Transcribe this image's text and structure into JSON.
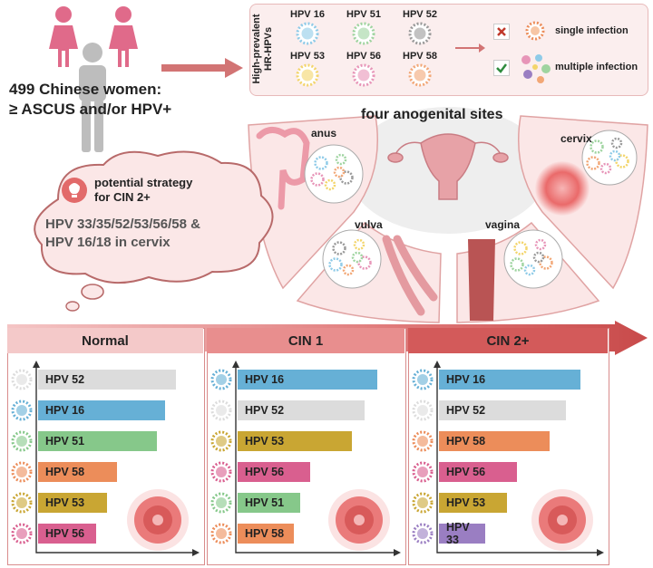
{
  "intro": {
    "line1": "499 Chinese women:",
    "line2": "≥ ASCUS and/or HPV+"
  },
  "hpv_panel": {
    "vertical_label_1": "High-prevalent",
    "vertical_label_2": "HR-HPVs",
    "types": [
      {
        "name": "HPV 16",
        "color": "#8fcbe8"
      },
      {
        "name": "HPV 51",
        "color": "#9fd4a0"
      },
      {
        "name": "HPV 52",
        "color": "#9a9a9a"
      },
      {
        "name": "HPV 53",
        "color": "#f3d56b"
      },
      {
        "name": "HPV 56",
        "color": "#e795b8"
      },
      {
        "name": "HPV 58",
        "color": "#f2a776"
      }
    ],
    "single_infection": "single infection",
    "multiple_infection": "multiple infection"
  },
  "sites": {
    "title": "four anogenital sites",
    "anus": "anus",
    "cervix": "cervix",
    "vulva": "vulva",
    "vagina": "vagina"
  },
  "strategy": {
    "line1": "potential strategy",
    "line2": "for CIN 2+",
    "line3": "HPV 33/35/52/53/56/58 &",
    "line4": "HPV 16/18 in cervix"
  },
  "colors": {
    "HPV 16": "#66b0d6",
    "HPV 51": "#86c88a",
    "HPV 52": "#dcdcdc",
    "HPV 53": "#c9a633",
    "HPV 56": "#d95f8f",
    "HPV 58": "#ec8d5a",
    "HPV 33": "#9a7ec2"
  },
  "chart_data": [
    {
      "type": "bar",
      "title": "Normal",
      "categories": [
        "HPV 52",
        "HPV 16",
        "HPV 51",
        "HPV 58",
        "HPV 53",
        "HPV 56"
      ],
      "values": [
        100,
        92,
        86,
        57,
        50,
        42
      ]
    },
    {
      "type": "bar",
      "title": "CIN 1",
      "categories": [
        "HPV 16",
        "HPV 52",
        "HPV 53",
        "HPV 56",
        "HPV 51",
        "HPV 58"
      ],
      "values": [
        100,
        91,
        82,
        52,
        45,
        40
      ]
    },
    {
      "type": "bar",
      "title": "CIN 2+",
      "categories": [
        "HPV 16",
        "HPV 52",
        "HPV 58",
        "HPV 56",
        "HPV 53",
        "HPV 33"
      ],
      "values": [
        100,
        90,
        78,
        55,
        48,
        33
      ]
    }
  ]
}
